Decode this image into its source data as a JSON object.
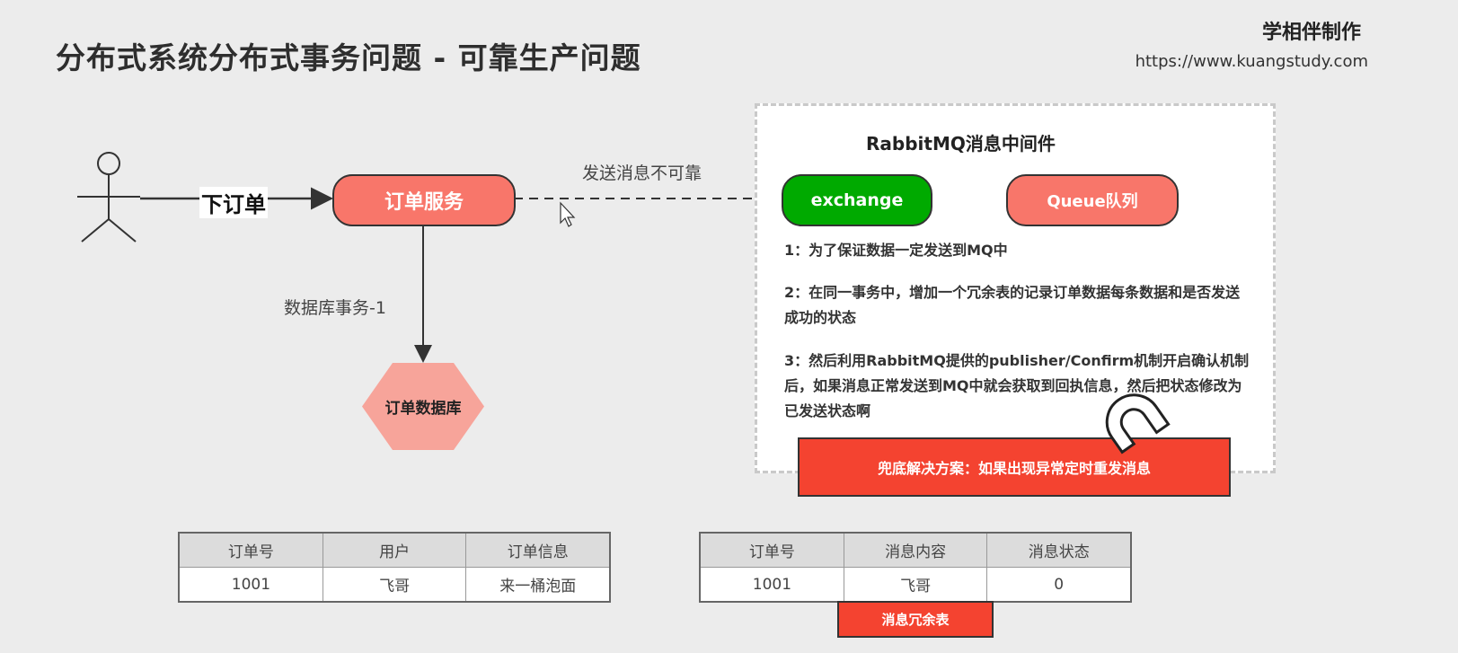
{
  "header": {
    "title": "分布式系统分布式事务问题 - 可靠生产问题",
    "brand": "学相伴制作",
    "url": "https://www.kuangstudy.com"
  },
  "flow": {
    "place_order": "下订单",
    "order_service": "订单服务",
    "send_unreliable": "发送消息不可靠",
    "db_transaction": "数据库事务-1",
    "order_db": "订单数据库"
  },
  "mq": {
    "title": "RabbitMQ消息中间件",
    "exchange": "exchange",
    "queue": "Queue队列",
    "notes": [
      "1：为了保证数据一定发送到MQ中",
      "2：在同一事务中，增加一个冗余表的记录订单数据每条数据和是否发送成功的状态",
      "3：然后利用RabbitMQ提供的publisher/Confirm机制开启确认机制后，如果消息正常发送到MQ中就会获取到回执信息，然后把状态修改为已发送状态啊"
    ],
    "fallback": "兜底解决方案：如果出现异常定时重发消息"
  },
  "order_table": {
    "headers": [
      "订单号",
      "用户",
      "订单信息"
    ],
    "rows": [
      [
        "1001",
        "飞哥",
        "来一桶泡面"
      ]
    ]
  },
  "message_table": {
    "headers": [
      "订单号",
      "消息内容",
      "消息状态"
    ],
    "rows": [
      [
        "1001",
        "飞哥",
        "0"
      ]
    ],
    "caption": "消息冗余表"
  },
  "colors": {
    "service": "#f8766a",
    "exchange": "#00aa00",
    "alert": "#f44330",
    "database": "#f7a49a"
  }
}
